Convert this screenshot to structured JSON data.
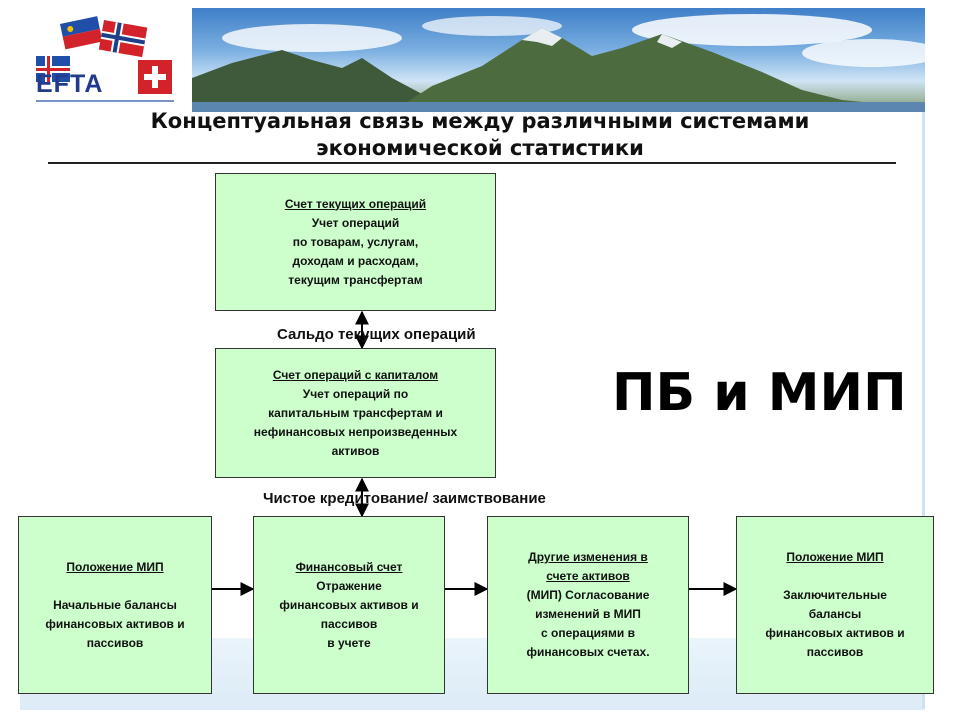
{
  "logo": {
    "text": "EFTA"
  },
  "title": {
    "line1": "Концептуальная связь между различными системами",
    "line2": "экономической статистики"
  },
  "big_label": "ПБ и МИП",
  "connectors": {
    "current_balance": "Сальдо текущих операций",
    "net_lending": "Чистое кредитование/ заимствование"
  },
  "boxes": {
    "current_account": {
      "heading": "Счет текущих операций",
      "lines": [
        "Учет операций",
        "по товарам, услугам,",
        "доходам и расходам,",
        "текущим трансфертам"
      ]
    },
    "capital_account": {
      "heading": "Счет операций с капиталом",
      "lines": [
        "Учет операций по",
        "капитальным трансфертам и",
        "нефинансовых непроизведенных",
        "активов"
      ]
    },
    "opening_iip": {
      "heading": "Положение МИП",
      "lines": [
        "Начальные балансы",
        "финансовых активов и",
        "пассивов"
      ]
    },
    "financial_account": {
      "heading": "Финансовый счет",
      "lines": [
        "Отражение",
        "финансовых активов и",
        "пассивов",
        "в учете"
      ]
    },
    "other_changes": {
      "heading_lines": [
        "Другие изменения в",
        "счете активов"
      ],
      "lines": [
        "(МИП) Согласование",
        "изменений в МИП",
        "с операциями в",
        "финансовых счетах."
      ]
    },
    "closing_iip": {
      "heading": "Положение МИП",
      "lines": [
        "Заключительные",
        "балансы",
        "финансовых активов и",
        "пассивов"
      ]
    }
  }
}
